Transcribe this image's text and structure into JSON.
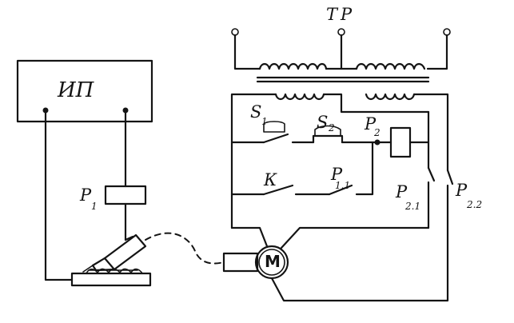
{
  "labels": {
    "power_source": "ИП",
    "transformer": "ТР",
    "relay_p1": "P",
    "relay_p1_sub": "1",
    "switch_s1": "S",
    "switch_s1_sub": "1",
    "switch_s2": "S",
    "switch_s2_sub": "2",
    "relay_p2": "P",
    "relay_p2_sub": "2",
    "contact_k": "К",
    "contact_p11": "P",
    "contact_p11_sub": "1.1",
    "contact_p21": "P",
    "contact_p21_sub": "2.1",
    "contact_p22": "P",
    "contact_p22_sub": "2.2",
    "motor": "M"
  },
  "colors": {
    "ink": "#141414",
    "paper": "#ffffff"
  }
}
